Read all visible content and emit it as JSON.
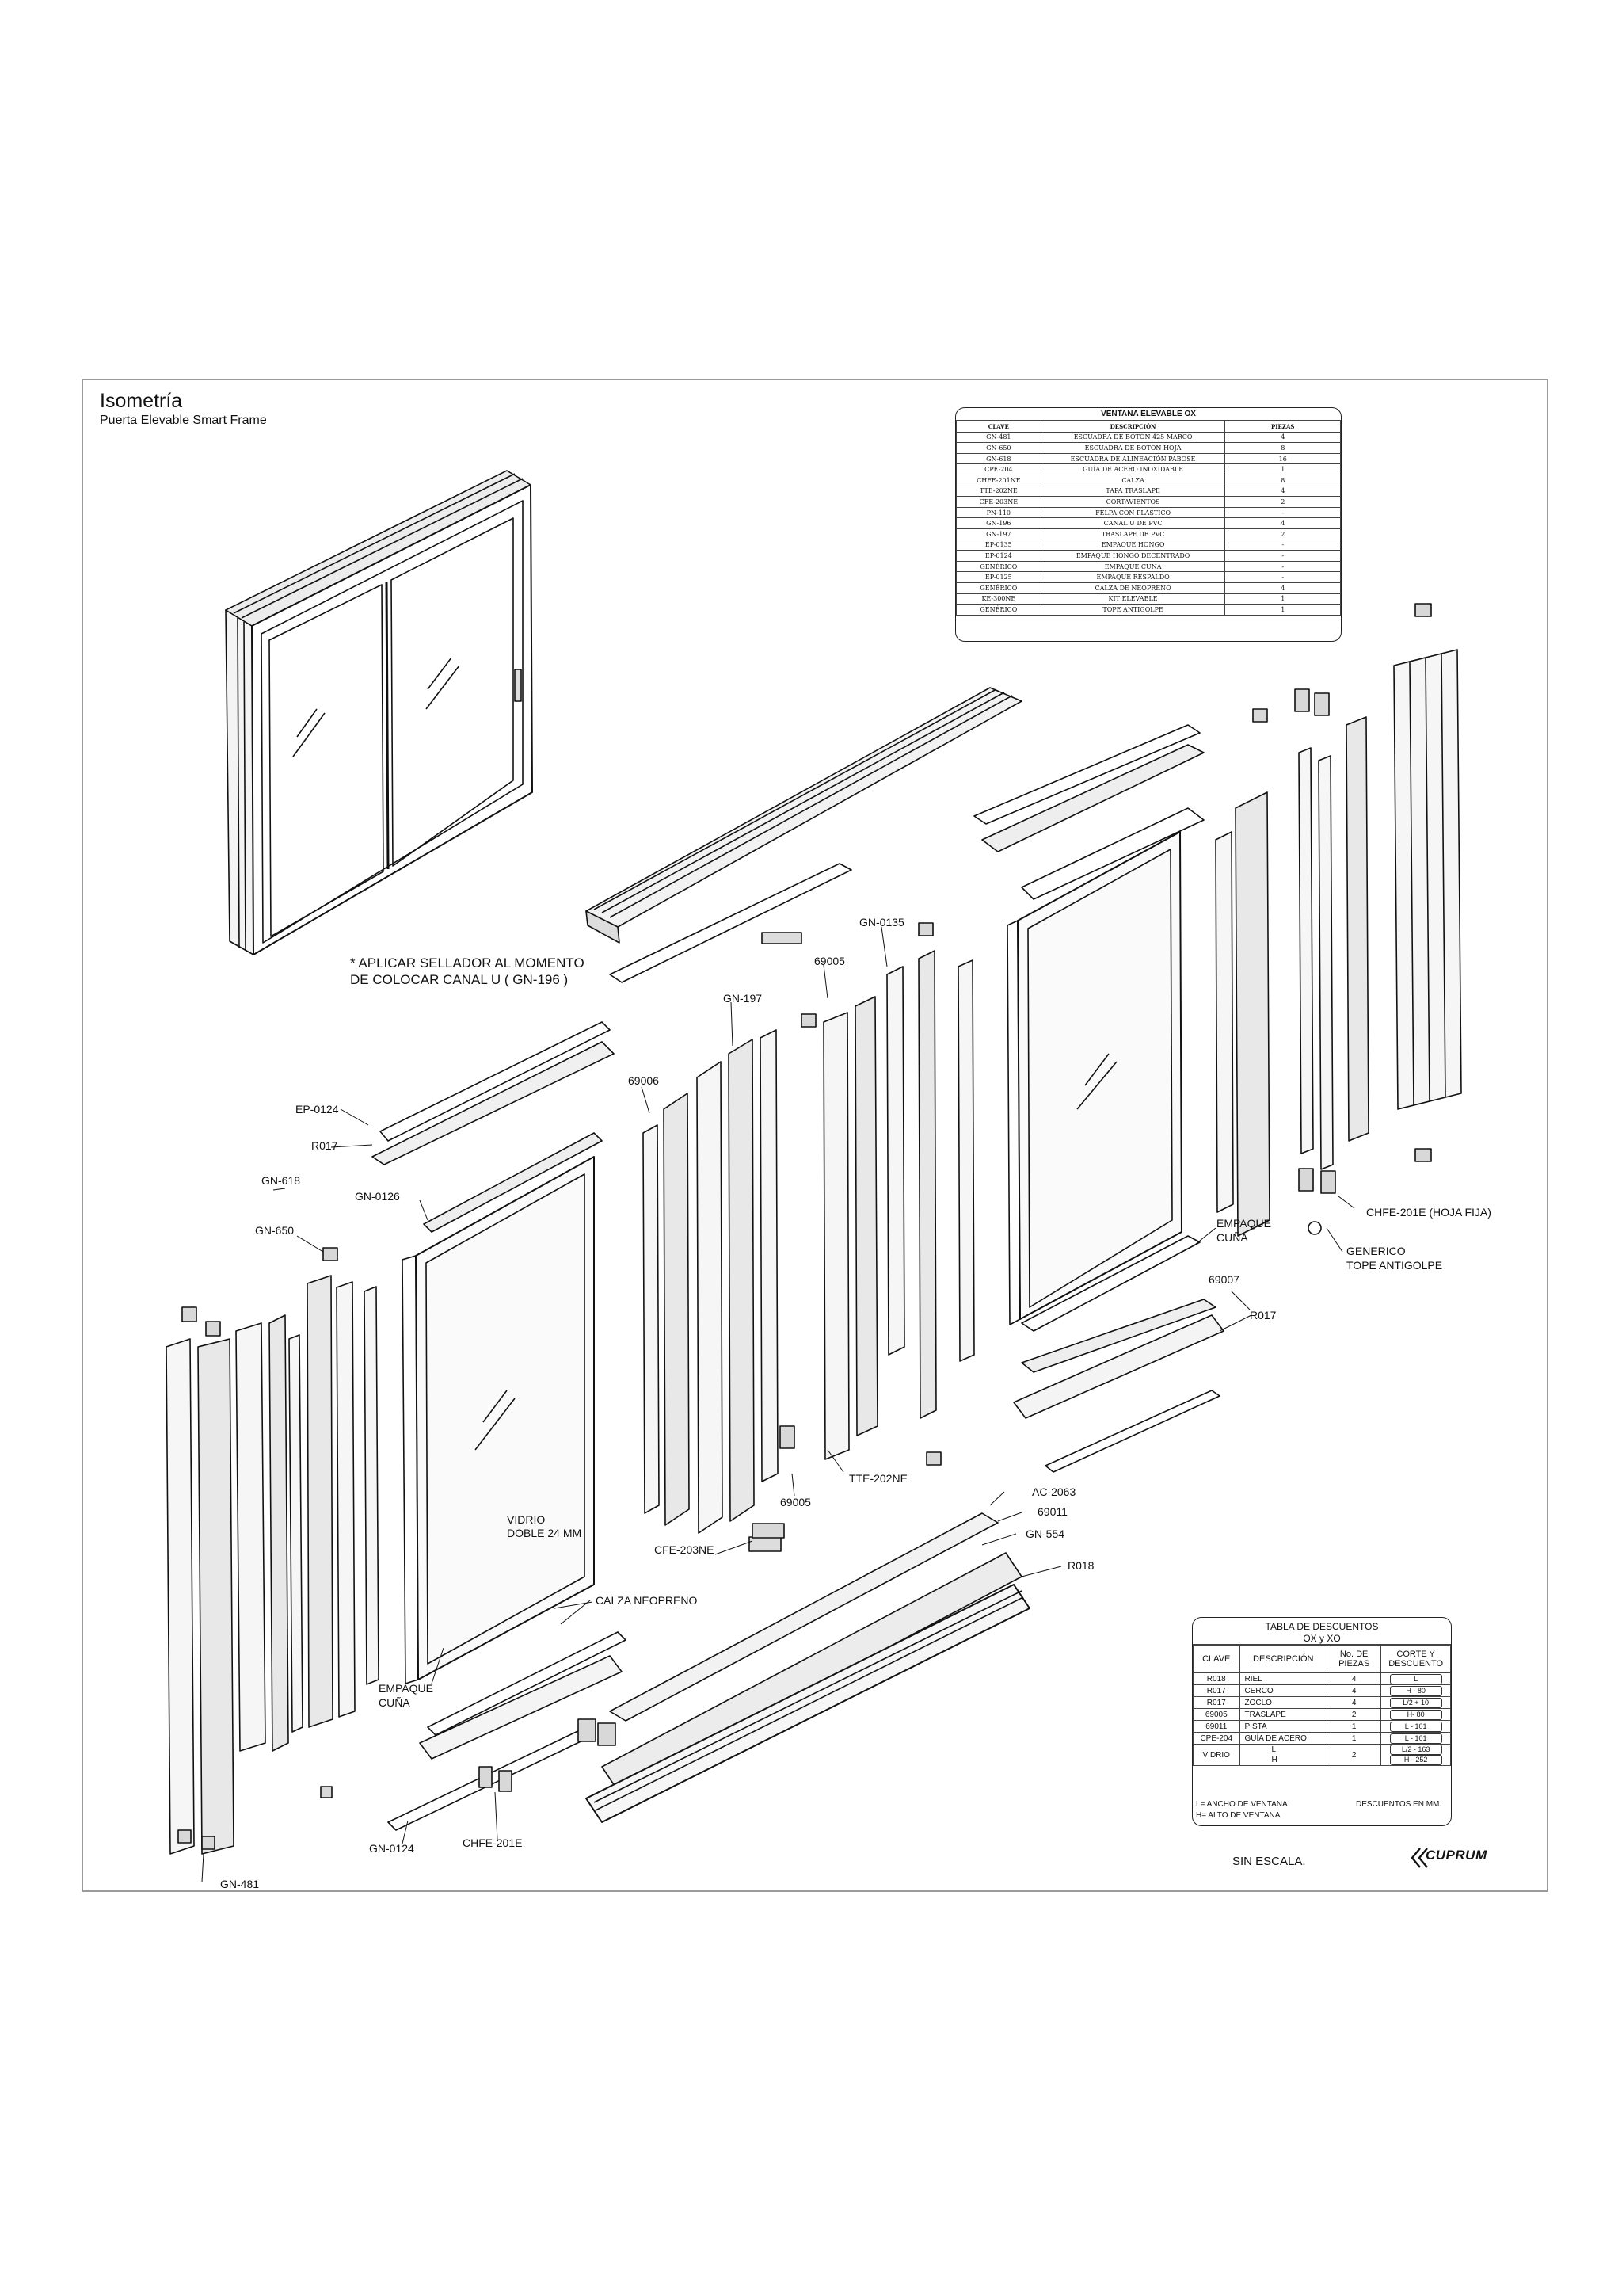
{
  "header": {
    "title": "Isometría",
    "subtitle": "Puerta Elevable Smart Frame"
  },
  "note": {
    "line1": "* APLICAR SELLADOR AL MOMENTO",
    "line2": "DE COLOCAR CANAL U  ( GN-196 )"
  },
  "parts_table": {
    "title": "VENTANA ELEVABLE OX",
    "headers": [
      "CLAVE",
      "DESCRIPCIÓN",
      "PIEZAS"
    ],
    "rows": [
      [
        "GN-481",
        "ESCUADRA DE BOTÓN 425 MARCO",
        "4"
      ],
      [
        "GN-650",
        "ESCUADRA DE BOTÓN HOJA",
        "8"
      ],
      [
        "GN-618",
        "ESCUADRA DE ALINEACIÓN PABOSE",
        "16"
      ],
      [
        "CPE-204",
        "GUÍA DE ACERO INOXIDABLE",
        "1"
      ],
      [
        "CHFE-201NE",
        "CALZA",
        "8"
      ],
      [
        "TTE-202NE",
        "TAPA TRASLAPE",
        "4"
      ],
      [
        "CFE-203NE",
        "CORTAVIENTOS",
        "2"
      ],
      [
        "PN-110",
        "FELPA CON PLÁSTICO",
        "-"
      ],
      [
        "GN-196",
        "CANAL U DE PVC",
        "4"
      ],
      [
        "GN-197",
        "TRASLAPE DE PVC",
        "2"
      ],
      [
        "EP-0135",
        "EMPAQUE HONGO",
        "-"
      ],
      [
        "EP-0124",
        "EMPAQUE HONGO DECENTRADO",
        "-"
      ],
      [
        "GENÉRICO",
        "EMPAQUE CUÑA",
        "-"
      ],
      [
        "EP-0125",
        "EMPAQUE RESPALDO",
        "-"
      ],
      [
        "GENÉRICO",
        "CALZA DE NEOPRENO",
        "4"
      ],
      [
        "KE-300NE",
        "KIT ELEVABLE",
        "1"
      ],
      [
        "GENÉRICO",
        "TOPE ANTIGOLPE",
        "1"
      ]
    ]
  },
  "labels": {
    "ep0124_top": "EP-0124",
    "r017_left": "R017",
    "gn618": "GN-618",
    "gn0126": "GN-0126",
    "gn650": "GN-650",
    "n69006": "69006",
    "gn197": "GN-197",
    "n69005_top": "69005",
    "gn0135": "GN-0135",
    "empaque_cuna_right_1": "EMPAQUE",
    "empaque_cuna_right_2": "CUÑA",
    "chfe201e_hoja": "CHFE-201E (HOJA FIJA)",
    "generico_1": "GENERICO",
    "generico_2": "TOPE ANTIGOLPE",
    "n69007": "69007",
    "r017_right": "R017",
    "tte202ne": "TTE-202NE",
    "n69005_bottom": "69005",
    "ac2063": "AC-2063",
    "n69011": "69011",
    "gn554": "GN-554",
    "r018": "R018",
    "vidrio_1": "VIDRIO",
    "vidrio_2": "DOBLE 24 MM",
    "cfe203ne": "CFE-203NE",
    "calza_neopreno": "CALZA NEOPRENO",
    "empaque_cuna_left_1": "EMPAQUE",
    "empaque_cuna_left_2": "CUÑA",
    "gn0124_bottom": "GN-0124",
    "chfe201e": "CHFE-201E",
    "gn481": "GN-481"
  },
  "discount_table": {
    "title_line1": "TABLA DE DESCUENTOS",
    "title_line2": "OX y XO",
    "headers": [
      "CLAVE",
      "DESCRIPCIÓN",
      "No. DE PIEZAS",
      "CORTE Y DESCUENTO"
    ],
    "rows": [
      [
        "R018",
        "RIEL",
        "4",
        "L"
      ],
      [
        "R017",
        "CERCO",
        "4",
        "H - 80"
      ],
      [
        "R017",
        "ZOCLO",
        "4",
        "L/2 + 10"
      ],
      [
        "69005",
        "TRASLAPE",
        "2",
        "H- 80"
      ],
      [
        "69011",
        "PISTA",
        "1",
        "L - 101"
      ],
      [
        "CPE-204",
        "GUÍA DE ACERO",
        "1",
        "L - 101"
      ]
    ],
    "vidrio": {
      "clave": "VIDRIO",
      "l": "L",
      "h": "H",
      "piezas": "2",
      "cut_l": "L/2 - 163",
      "cut_h": "H - 252"
    },
    "foot_left_1": "L= ANCHO DE VENTANA",
    "foot_left_2": "H= ALTO DE VENTANA",
    "foot_right": "DESCUENTOS EN MM."
  },
  "footer": {
    "scale": "SIN ESCALA.",
    "brand": "CUPRUM"
  }
}
